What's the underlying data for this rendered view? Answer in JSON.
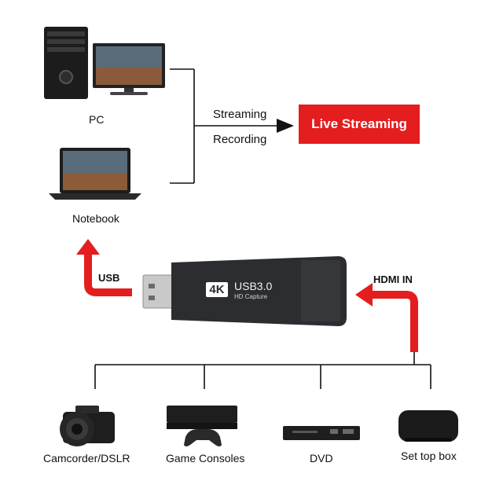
{
  "labels": {
    "pc": "PC",
    "notebook": "Notebook",
    "streaming": "Streaming",
    "recording": "Recording",
    "live_streaming": "Live Streaming",
    "usb": "USB",
    "hdmi_in": "HDMI IN",
    "camcorder": "Camcorder/DSLR",
    "game_consoles": "Game Consoles",
    "dvd": "DVD",
    "set_top_box": "Set top box"
  },
  "device": {
    "badge": "4K",
    "model": "USB3.0",
    "subtitle": "HD Capture"
  },
  "colors": {
    "accent_red": "#e41d1f",
    "device_body": "#2b2d31",
    "line": "#111111"
  }
}
